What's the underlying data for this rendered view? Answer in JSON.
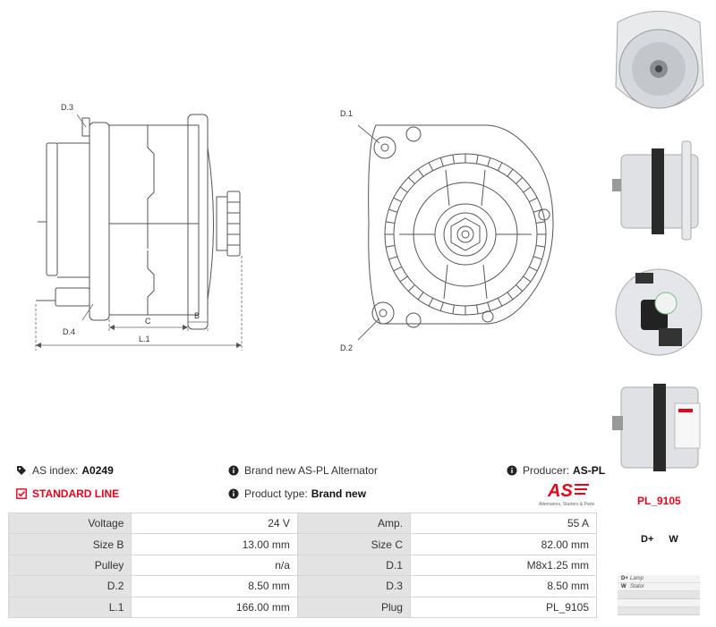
{
  "drawing": {
    "labels": {
      "d3": "D.3",
      "d4": "D.4",
      "c": "C",
      "b": "B",
      "l1": "L.1",
      "d1": "D.1",
      "d2": "D.2"
    }
  },
  "info": {
    "as_index_label": "AS index:",
    "as_index_value": "A0249",
    "brand_text": "Brand new AS-PL Alternator",
    "producer_label": "Producer:",
    "producer_value": "AS-PL",
    "line_label": "STANDARD LINE",
    "type_label": "Product type:",
    "type_value": "Brand new"
  },
  "logo": {
    "mark": "AS",
    "tagline": "Alternators, Starters & Parts"
  },
  "oe_code": "PL_9105",
  "specs": [
    {
      "l1": "Voltage",
      "v1": "24 V",
      "l2": "Amp.",
      "v2": "55 A"
    },
    {
      "l1": "Size B",
      "v1": "13.00 mm",
      "l2": "Size C",
      "v2": "82.00 mm"
    },
    {
      "l1": "Pulley",
      "v1": "n/a",
      "l2": "D.1",
      "v2": "M8x1.25 mm"
    },
    {
      "l1": "D.2",
      "v1": "8.50 mm",
      "l2": "D.3",
      "v2": "8.50 mm"
    },
    {
      "l1": "L.1",
      "v1": "166.00 mm",
      "l2": "Plug",
      "v2": "PL_9105"
    }
  ],
  "terminals": {
    "header": "D+ W",
    "legend": [
      {
        "pin": "D+",
        "desc": "Lamp"
      },
      {
        "pin": "W",
        "desc": "Stator"
      }
    ]
  },
  "colors": {
    "accent": "#e3051b",
    "label_bg": "#e3e3e3",
    "line": "#444444"
  }
}
